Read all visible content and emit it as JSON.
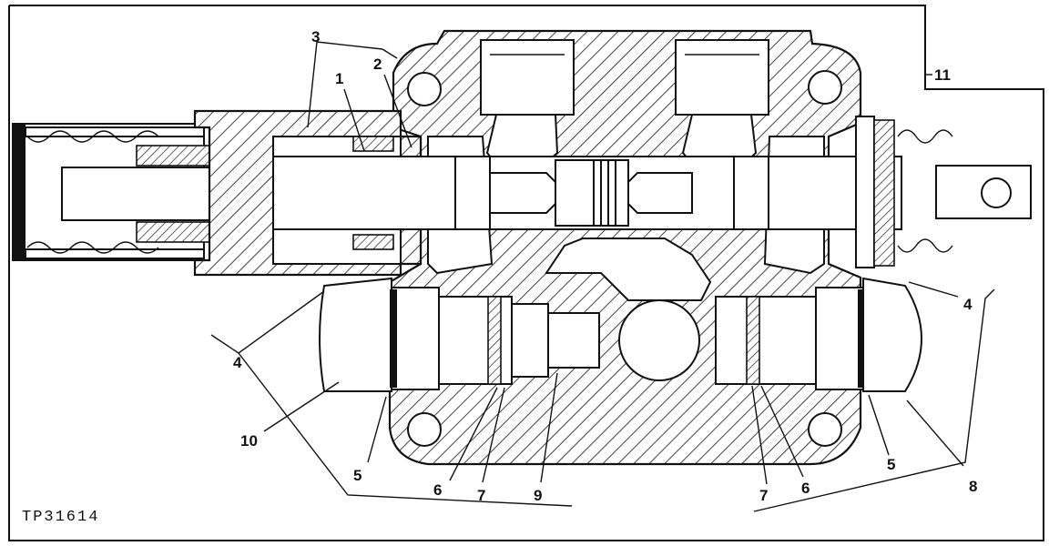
{
  "figure_code": "TP31614",
  "callouts": {
    "c1": "1",
    "c2": "2",
    "c3": "3",
    "c4_left": "4",
    "c4_right": "4",
    "c5_left": "5",
    "c5_right": "5",
    "c6_left": "6",
    "c6_right": "6",
    "c7_left": "7",
    "c7_right": "7",
    "c8": "8",
    "c9": "9",
    "c10": "10",
    "c11": "11"
  }
}
